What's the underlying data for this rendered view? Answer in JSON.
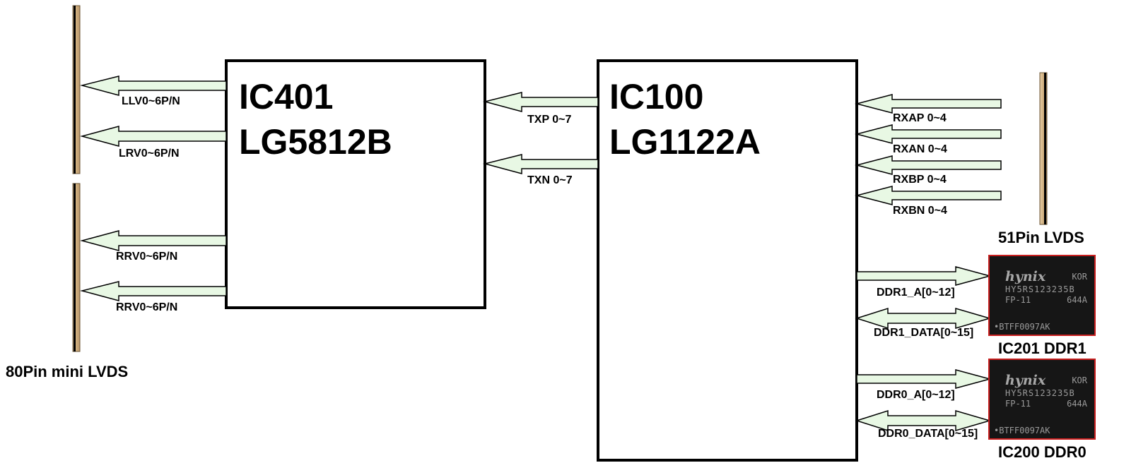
{
  "connectors": {
    "left_label": "80Pin mini LVDS",
    "right_label": "51Pin LVDS"
  },
  "ic401": {
    "ref": "IC401",
    "part": "LG5812B"
  },
  "ic100": {
    "ref": "IC100",
    "part": "LG1122A"
  },
  "signals": {
    "llv": "LLV0~6P/N",
    "lrv": "LRV0~6P/N",
    "rrv_upper": "RRV0~6P/N",
    "rrv_lower": "RRV0~6P/N",
    "txp": "TXP 0~7",
    "txn": "TXN 0~7",
    "rxap": "RXAP 0~4",
    "rxan": "RXAN 0~4",
    "rxbp": "RXBP 0~4",
    "rxbn": "RXBN 0~4",
    "ddr1_a": "DDR1_A[0~12]",
    "ddr1_data": "DDR1_DATA[0~15]",
    "ddr0_a": "DDR0_A[0~12]",
    "ddr0_data": "DDR0_DATA[0~15]"
  },
  "memory": {
    "ddr1_label": "IC201 DDR1",
    "ddr0_label": "IC200 DDR0",
    "chip_markings": {
      "brand": "hynix",
      "origin": "KOR",
      "part_no": "HY5RS123235B",
      "grade": "FP-11",
      "date_code": "644A",
      "lot": "•BTFF0097AK"
    }
  },
  "colors": {
    "arrow_fill": "#e8f8e4",
    "outline": "#000000",
    "connector_body": "#d2b487",
    "chip_border": "#c81e1e"
  }
}
